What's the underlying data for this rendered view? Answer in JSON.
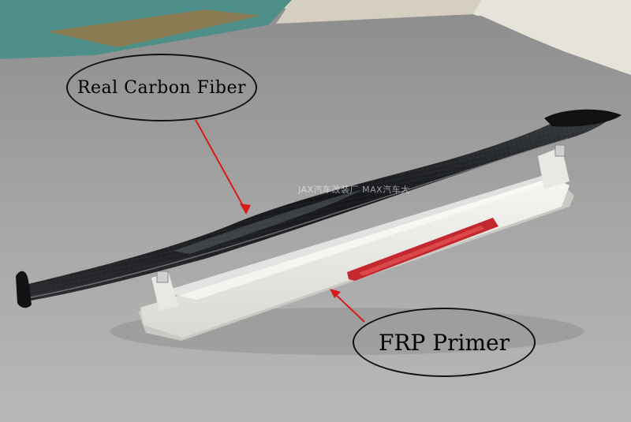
{
  "callouts": {
    "carbon_fiber": "Real Carbon Fiber",
    "frp_primer": "FRP Primer"
  },
  "watermark": {
    "text": "JAX汽车改装厂 MAX汽车大"
  },
  "colors": {
    "carpet": "#9c9c9c",
    "carbon_wing": "#1a1c1e",
    "primer_white": "#ecebe7",
    "brake_light": "#c3282e",
    "annotation_arrow": "#d81a1a",
    "floor_tile": "#8a7a52",
    "wall": "#e8e6dc"
  }
}
